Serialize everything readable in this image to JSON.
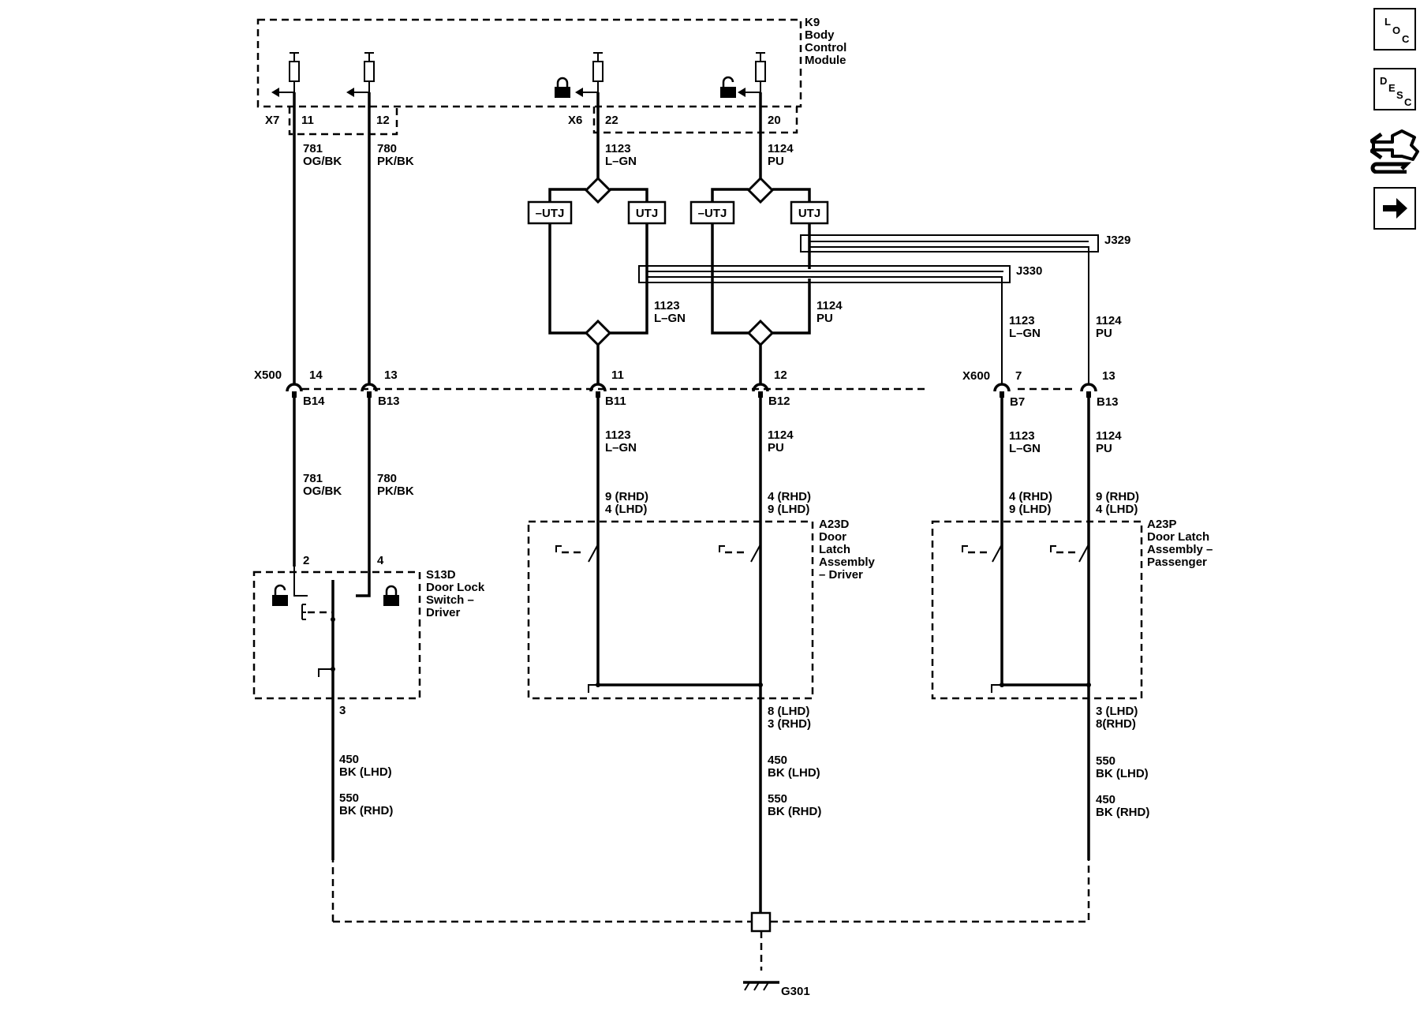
{
  "modules": {
    "k9": {
      "lines": [
        "K9",
        "Body",
        "Control",
        "Module"
      ]
    },
    "s13d": {
      "lines": [
        "S13D",
        "Door Lock",
        "Switch –",
        "Driver"
      ]
    },
    "a23d": {
      "lines": [
        "A23D",
        "Door",
        "Latch",
        "Assembly",
        "– Driver"
      ]
    },
    "a23p": {
      "lines": [
        "A23P",
        "Door Latch",
        "Assembly –",
        "Passenger"
      ]
    }
  },
  "connectors": {
    "x7": "X7",
    "x6": "X6",
    "x500": "X500",
    "x600": "X600",
    "j329": "J329",
    "j330": "J330",
    "g301": "G301"
  },
  "pins": {
    "k9_11": "11",
    "k9_12": "12",
    "k9_22": "22",
    "k9_20": "20",
    "x500_14": "14",
    "x500_13": "13",
    "x500_11": "11",
    "x500_12": "12",
    "x600_7": "7",
    "x600_13": "13",
    "b14": "B14",
    "b13": "B13",
    "b11": "B11",
    "b12": "B12",
    "b7": "B7",
    "b13p": "B13",
    "s13d_2": "2",
    "s13d_4": "4",
    "s13d_3": "3",
    "a23d_lock_lines": [
      "9 (RHD)",
      "4 (LHD)"
    ],
    "a23d_unlock_lines": [
      "4 (RHD)",
      "9 (LHD)"
    ],
    "a23p_lock_lines": [
      "4 (RHD)",
      "9 (LHD)"
    ],
    "a23p_unlock_lines": [
      "9 (RHD)",
      "4 (LHD)"
    ],
    "a23d_gnd_lines": [
      "8 (LHD)",
      "3 (RHD)"
    ],
    "a23p_gnd_lines": [
      "3 (LHD)",
      "8(RHD)"
    ]
  },
  "wires": {
    "w781": [
      "781",
      "OG/BK"
    ],
    "w780": [
      "780",
      "PK/BK"
    ],
    "w1123": [
      "1123",
      "L–GN"
    ],
    "w1124": [
      "1124",
      "PU"
    ],
    "gnd_s13d": [
      "450",
      "BK (LHD)",
      "550",
      "BK (RHD)"
    ],
    "gnd_a23d": [
      "450",
      "BK (LHD)",
      "550",
      "BK (RHD)"
    ],
    "gnd_a23p": [
      "550",
      "BK (LHD)",
      "450",
      "BK (RHD)"
    ]
  },
  "utj_labels": {
    "neg": "–UTJ",
    "pos": "UTJ"
  },
  "nav": {
    "loc": [
      "L",
      "O",
      "C"
    ],
    "desc": [
      "D",
      "E",
      "S",
      "C"
    ],
    "connector_icon": "connector-end-view-icon",
    "next_icon": "next-arrow-icon"
  },
  "colors": {
    "ink": "#000000",
    "background": "#ffffff"
  }
}
